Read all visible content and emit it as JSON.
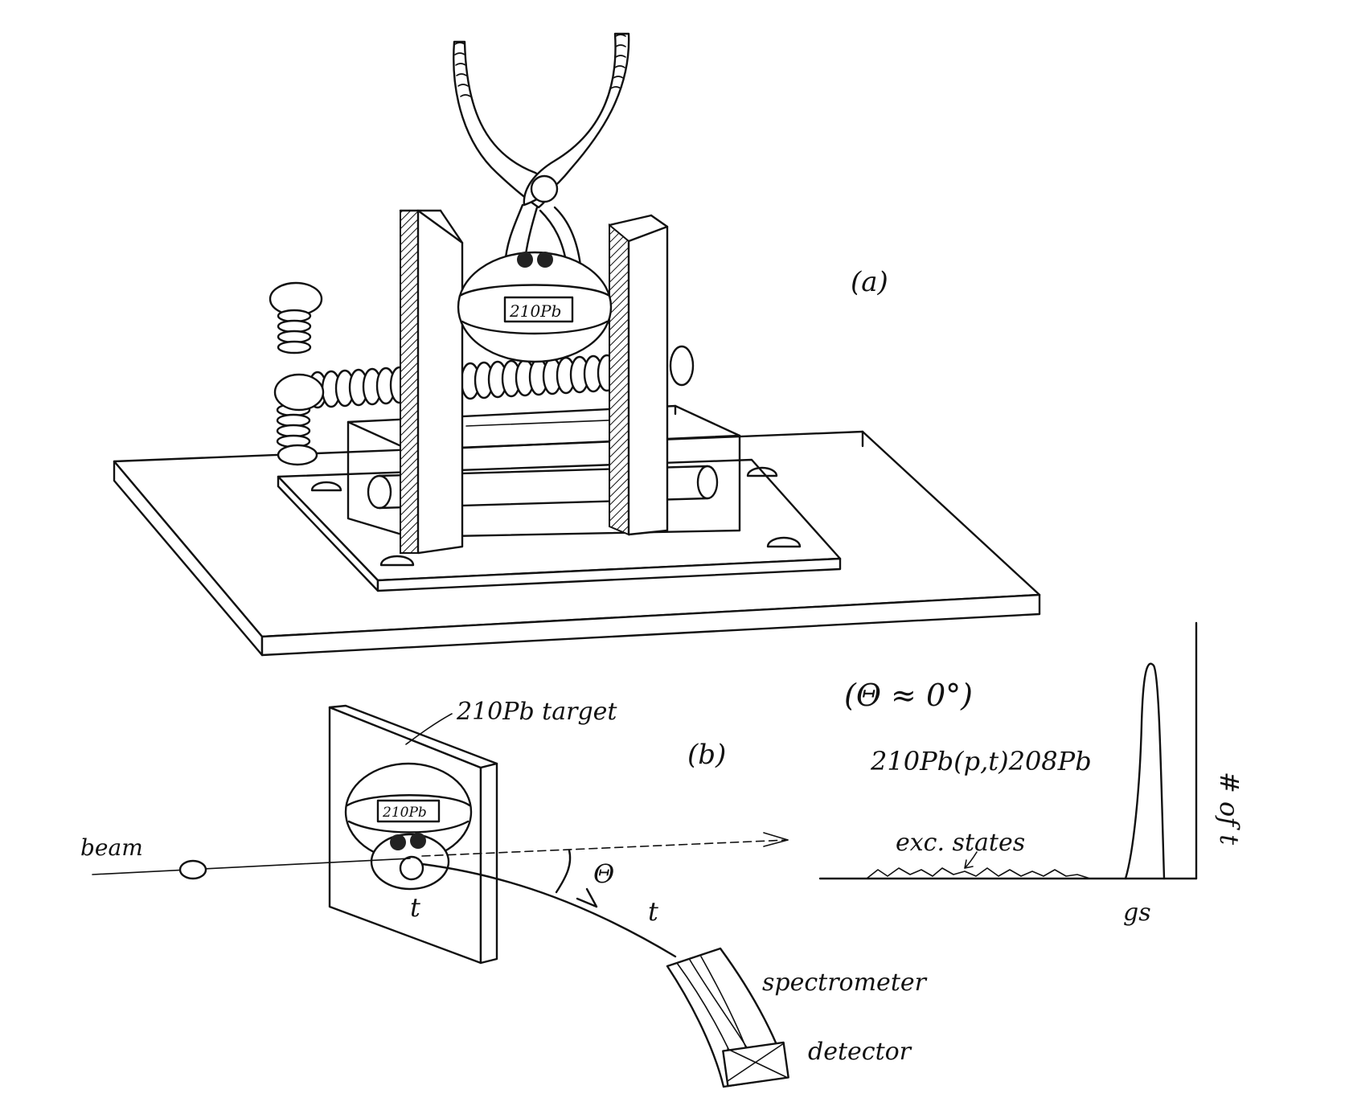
{
  "figure": {
    "panel_a": {
      "label": "(a)",
      "source_label": "210Pb"
    },
    "panel_b": {
      "label": "(b)",
      "target_label": "210Pb target",
      "target_inner_label": "210Pb",
      "beam_label": "beam",
      "triton_label_1": "t",
      "triton_label_2": "t",
      "angle_label": "Θ",
      "spectrometer_label": "spectrometer",
      "detector_label": "detector"
    },
    "spectrum": {
      "angle_condition": "(Θ ≈ 0°)",
      "reaction_label": "210Pb(p,t)208Pb",
      "excited_states_label": "exc. states",
      "ground_state_label": "gs",
      "yaxis_label": "# of t"
    }
  }
}
